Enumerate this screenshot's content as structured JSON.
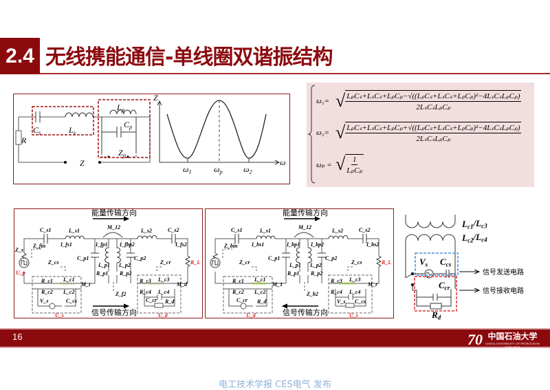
{
  "header": {
    "section": "2.4",
    "title": "无线携能通信-单线圈双谐振结构"
  },
  "top_circuit": {
    "Cs": "C_s",
    "Ls": "L_s",
    "Lp": "L_p",
    "Cp": "C_p",
    "Zp": "Z_p",
    "R": "R",
    "Z": "Z"
  },
  "impedance_plot": {
    "y_axis": "Z",
    "x_axis": "ω",
    "w1": "ω_1",
    "wp": "ω_p",
    "w2": "ω_2"
  },
  "formulas": {
    "w1": {
      "lhs": "ω₁=",
      "num": "LₚCₛ+LₛCₛ+LₚCₚ−√((LₚCₛ+LₛCₛ+LₚCₚ)²−4LₛCₛLₚCₚ)",
      "den": "2LₛCₛLₚCₚ"
    },
    "w2": {
      "lhs": "ω₂=",
      "num": "LₚCₛ+LₛCₛ+LₚCₚ+√((LₚCₛ+LₛCₛ+LₚCₚ)²−4LₛCₛLₚCₚ)",
      "den": "2LₛCₛLₚCₚ"
    },
    "wp": {
      "lhs": "ωₚ =",
      "num": "1",
      "den": "LₚCₚ"
    }
  },
  "circuit_a": {
    "energy_dir": "能量传输方向",
    "signal_dir": "信号传输方向",
    "labels": {
      "Cs1": "C_s1",
      "Ls1": "L_s1",
      "M12": "M_12",
      "Ls2": "L_s2",
      "Cs2": "C_s2",
      "Is1": "I_fs1",
      "Ip1": "I_fp1",
      "Ip2": "I_fbp2",
      "Is2": "I_fs2",
      "Zs": "Z_s",
      "Zfin": "Z_fin",
      "Up": "U_p",
      "Cp1": "C_p1",
      "Lp1": "L_p1",
      "Lp2": "L_p2",
      "Cp2": "C_p2",
      "RL": "R_L",
      "Zcs": "Z_cs",
      "Zcr": "Z_cr",
      "Rp1": "R_p1",
      "Rp2": "R_p2",
      "Zf2": "Z_f2",
      "Rc1": "R_c1",
      "Lc1": "L_c1",
      "Rc2": "R_c2",
      "Lc2": "L_c2",
      "M1": "M_t",
      "Vs": "V_s",
      "Ccs": "C_cs",
      "Us": "U_s",
      "Rc3": "R_c3",
      "Lc3": "L_c3",
      "Rc4": "R_c4",
      "Lc4": "L_c4",
      "M2": "M_d",
      "Ccr": "C_cr",
      "Rd": "R_d",
      "Ud": "U_d"
    }
  },
  "circuit_b": {
    "energy_dir": "能量传输方向",
    "signal_dir": "信号传输方向",
    "labels": {
      "Cs1": "C_s1",
      "Ls1": "L_s1",
      "M12": "M_12",
      "Ls2": "L_s2",
      "Cs2": "C_s2",
      "Is1": "I_bs1",
      "Ip1": "I_bp1",
      "Ip2": "I_bp2",
      "Is2": "I_bs2",
      "Zin": "Z_bin",
      "Cp1": "C_p1",
      "Lp1": "L_p1",
      "Lp2": "L_p2",
      "Cp2": "C_p2",
      "RL": "R_L",
      "Zcr": "Z_cr",
      "Zcs": "Z_cs",
      "Rp1": "R_p1",
      "Rp2": "R_p2",
      "Zb2": "Z_b2",
      "Rc1": "R_c1",
      "Lc1": "L_c1",
      "Rc2": "R_c2",
      "Lc2": "L_c2",
      "M1": "M_1",
      "Ccr": "C_cr",
      "Rd": "R_d",
      "Ud": "U_d",
      "Rc3": "R_c3",
      "Lc3": "L_c3",
      "Rc4": "R_c4",
      "Lc4": "L_c4",
      "M2": "M_r",
      "Vs": "V_s",
      "Ccs": "C_cs",
      "Us": "U_s"
    }
  },
  "coil_diagram": {
    "top_coil": "L_c1/L_c3",
    "bottom_coil": "L_c2/L_c4",
    "Vs": "V_s",
    "Ccs": "C_cs",
    "Ccr": "C_cr",
    "Rd": "R_d",
    "send": "信号发送电路",
    "receive": "信号接收电路"
  },
  "colors": {
    "brand": "#8b0a0e",
    "send_box": "#4a8ee0",
    "receive_box": "#e03030"
  },
  "footer": {
    "page": "16",
    "logo_text": "中国石油大学",
    "logo_en": "CHINA UNIVERSITY OF PETROLEUM",
    "logo_years": "1953-2023",
    "logo_mark": "70"
  },
  "watermark": "电工技术学报 CES电气 发布"
}
